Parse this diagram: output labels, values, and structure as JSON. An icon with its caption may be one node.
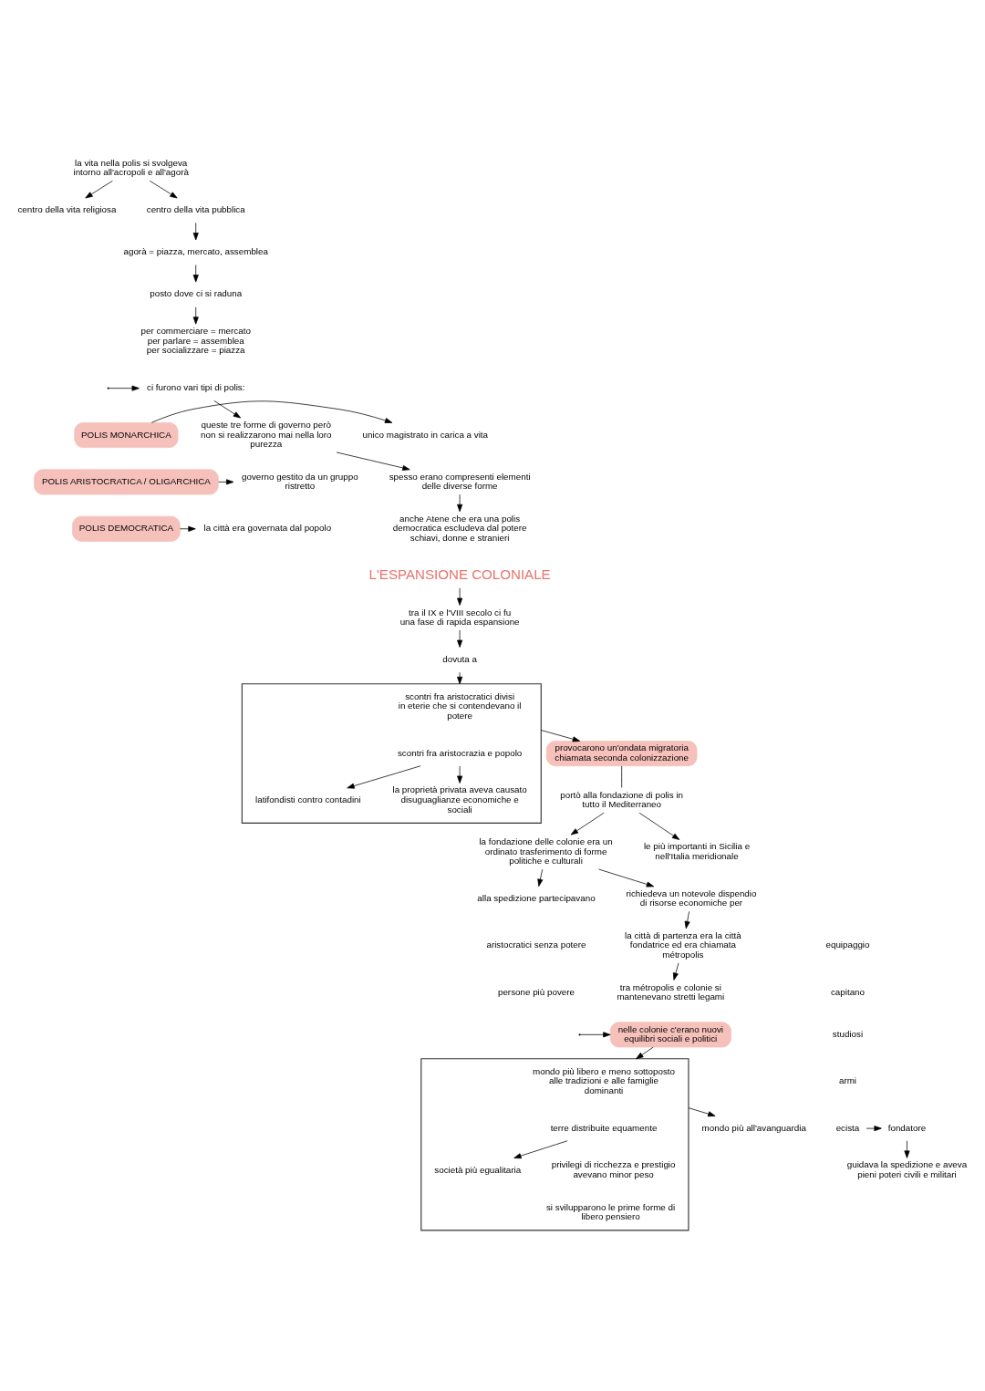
{
  "diagram": {
    "nodes": [
      {
        "text": [
          "la vita nella polis si svolgeva intorno all'acropoli e all'agorà"
        ]
      },
      {
        "text": [
          "centro della vita religiosa"
        ]
      },
      {
        "text": [
          "centro della vita pubblica"
        ]
      },
      {
        "text": [
          "agorà = piazza, mercato, assemblea"
        ]
      },
      {
        "text": [
          "posto dove ci si raduna"
        ]
      },
      {
        "text": [
          "per commerciare = mercato",
          "per parlare = assemblea",
          "per socializzare = piazza"
        ]
      },
      {
        "text": [
          "ci furono vari tipi di polis:"
        ]
      },
      {
        "text": [
          "POLIS MONARCHICA"
        ]
      },
      {
        "text": [
          "unico magistrato in carica a vita"
        ]
      },
      {
        "text": [
          "POLIS ARISTOCRATICA / OLIGARCHICA"
        ]
      },
      {
        "text": [
          "governo gestito da un gruppo ristretto"
        ]
      },
      {
        "text": [
          "POLIS DEMOCRATICA"
        ]
      },
      {
        "text": [
          "la città era governata dal popolo"
        ]
      },
      {
        "text": [
          "queste tre forme di governo però non si realizzarono mai nella loro purezza"
        ]
      },
      {
        "text": [
          "spesso erano compresenti elementi delle diverse forme"
        ]
      },
      {
        "text": [
          "anche Atene che era una polis democratica escludeva dal potere schiavi, donne e stranieri"
        ]
      },
      {
        "text": [
          "L'ESPANSIONE COLONIALE"
        ]
      },
      {
        "text": [
          "tra il IX e l'VIII secolo ci fu una fase di rapida espansione"
        ]
      },
      {
        "text": [
          "dovuta a"
        ]
      },
      {
        "text": [],
        "shape": "bracket"
      },
      {
        "text": [
          "scontri fra aristocratici divisi in eterie che si contendevano il potere"
        ],
        "in": 19
      },
      {
        "text": [
          "scontri fra aristocrazia e popolo"
        ],
        "in": 19
      },
      {
        "text": [
          "latifondisti contro contadini"
        ],
        "in": 19
      },
      {
        "text": [
          "la proprietà privata aveva causato disuguaglianze economiche e sociali"
        ],
        "in": 19
      },
      {
        "text": [
          "provocarono un'ondata migratoria chiamata seconda colonizzazione"
        ]
      },
      {
        "text": [
          "portò alla fondazione di polis in tutto il Mediterraneo"
        ]
      },
      {
        "text": [
          "la fondazione delle colonie era un ordinato trasferimento di forme politiche e culturali"
        ]
      },
      {
        "text": [
          "le più importanti in Sicilia e nell'Italia meridionale"
        ]
      },
      {
        "text": [
          "alla spedizione partecipavano"
        ]
      },
      {
        "text": [
          "aristocratici senza potere"
        ]
      },
      {
        "text": [
          "persone più povere"
        ]
      },
      {
        "text": [
          "richiedeva un notevole dispendio di risorse economiche per"
        ]
      },
      {
        "text": [
          "equipaggio"
        ]
      },
      {
        "text": [
          "capitano"
        ]
      },
      {
        "text": [
          "studiosi"
        ]
      },
      {
        "text": [
          "armi"
        ]
      },
      {
        "text": [
          "ecista"
        ]
      },
      {
        "text": [
          "fondatore"
        ]
      },
      {
        "text": [
          "guidava la spedizione e aveva pieni poteri civili e militari"
        ]
      },
      {
        "text": [
          "la città di partenza era la città fondatrice ed era chiamata métropolis"
        ]
      },
      {
        "text": [
          "tra métropolis e colonie si mantenevano stretti legami"
        ]
      },
      {
        "text": [
          "nelle colonie c'erano nuovi equilibri sociali e politici"
        ]
      },
      {
        "text": [],
        "shape": "bracket"
      },
      {
        "text": [
          "mondo più libero e meno sottoposto alle tradizioni e alle famiglie dominanti"
        ],
        "in": 42
      },
      {
        "text": [
          "terre distribuite equamente"
        ],
        "in": 42
      },
      {
        "text": [
          "società più egualitaria"
        ],
        "in": 42
      },
      {
        "text": [
          "privilegi di ricchezza e prestigio avevano minor peso"
        ],
        "in": 42
      },
      {
        "text": [
          "si svilupparono le prime forme di libero pensiero"
        ],
        "in": 42
      },
      {
        "text": [
          "mondo più all'avanguardia"
        ]
      }
    ],
    "edges": [
      {
        "from": 0,
        "to": 1,
        "arrow": "to"
      },
      {
        "from": 0,
        "to": 2,
        "arrow": "to"
      },
      {
        "from": 2,
        "to": 3,
        "arrow": "to"
      },
      {
        "from": 3,
        "to": 4,
        "arrow": "to"
      },
      {
        "from": 4,
        "to": 5,
        "arrow": "to"
      },
      {
        "from": null,
        "to": 6,
        "arrow": "to"
      },
      {
        "from": 7,
        "to": 8,
        "arrow": "to"
      },
      {
        "from": 9,
        "to": 10,
        "arrow": "to"
      },
      {
        "from": 11,
        "to": 12,
        "arrow": "to"
      },
      {
        "from": 6,
        "to": 13,
        "arrow": "to"
      },
      {
        "from": 13,
        "to": 14,
        "arrow": "to"
      },
      {
        "from": 14,
        "to": 15,
        "arrow": "to"
      },
      {
        "from": 16,
        "to": 17,
        "arrow": "to"
      },
      {
        "from": 17,
        "to": 18,
        "arrow": "to"
      },
      {
        "from": 18,
        "to": 19,
        "arrow": "to"
      },
      {
        "from": 21,
        "to": 22,
        "arrow": "to"
      },
      {
        "from": 21,
        "to": 23,
        "arrow": "to"
      },
      {
        "from": 19,
        "to": 24,
        "arrow": "to"
      },
      {
        "from": 24,
        "to": 25,
        "arrow": "none"
      },
      {
        "from": 25,
        "to": 26,
        "arrow": "to"
      },
      {
        "from": 25,
        "to": 27,
        "arrow": "to"
      },
      {
        "from": 26,
        "to": 28,
        "arrow": "to"
      },
      {
        "from": 26,
        "to": 31,
        "arrow": "to"
      },
      {
        "from": 36,
        "to": 37,
        "arrow": "to"
      },
      {
        "from": 37,
        "to": 38,
        "arrow": "to"
      },
      {
        "from": 31,
        "to": 39,
        "arrow": "to"
      },
      {
        "from": 39,
        "to": 40,
        "arrow": "to"
      },
      {
        "from": null,
        "to": 41,
        "arrow": "to"
      },
      {
        "from": 41,
        "to": 42,
        "arrow": "to"
      },
      {
        "from": 44,
        "to": 45,
        "arrow": "to"
      },
      {
        "from": 42,
        "to": 48,
        "arrow": "to"
      }
    ]
  }
}
